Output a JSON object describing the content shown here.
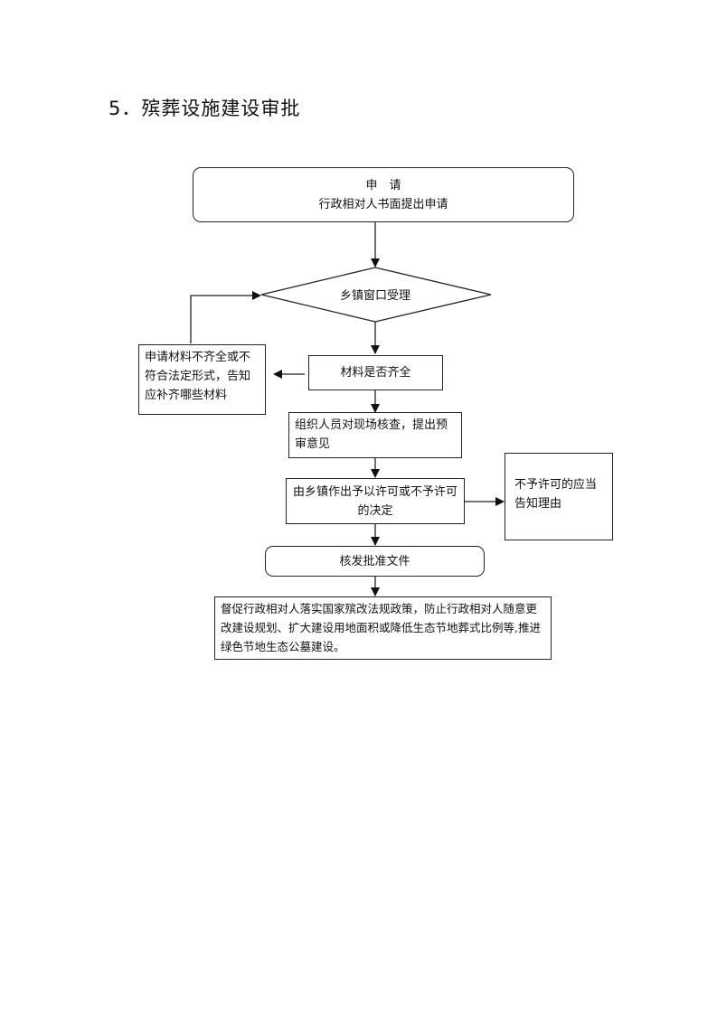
{
  "title": "5．殡葬设施建设审批",
  "nodes": {
    "apply": {
      "heading": "申　请",
      "text": "行政相对人书面提出申请"
    },
    "accept": {
      "text": "乡镇窗口受理"
    },
    "check_materials": {
      "text": "材料是否齐全"
    },
    "incomplete": {
      "text": "申请材料不齐全或不符合法定形式，告知应补齐哪些材料"
    },
    "site_check": {
      "text": "组织人员对现场核查，提出预审意见"
    },
    "decision": {
      "text": "由乡镇作出予以许可或不予许可的决定"
    },
    "reject": {
      "text": "不予许可的应当告知理由"
    },
    "issue": {
      "text": "核发批准文件"
    },
    "supervise": {
      "text": "督促行政相对人落实国家殡改法规政策，防止行政相对人随意更改建设规划、扩大建设用地面积或降低生态节地葬式比例等,推进绿色节地生态公墓建设。"
    }
  }
}
